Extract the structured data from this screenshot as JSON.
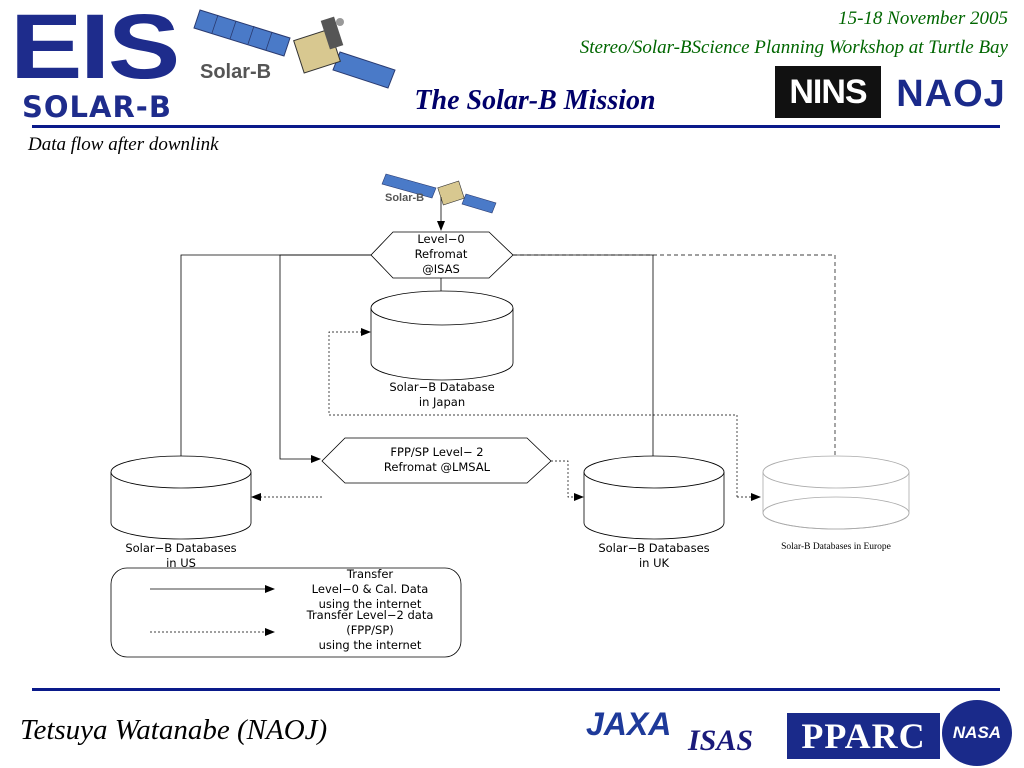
{
  "header": {
    "date": "15-18 November 2005",
    "workshop": "Stereo/Solar-BScience Planning Workshop at Turtle Bay",
    "title": "The Solar-B Mission",
    "subtitle": "Data flow after downlink",
    "logo_eis": "EIS",
    "logo_solarb": "SOLAR-B",
    "satellite_label": "Solar-B",
    "logo_nins": "NINS",
    "logo_naoj": "NAOJ"
  },
  "diagram": {
    "satellite_label": "Solar-B",
    "level0": [
      "Level−0",
      "Refromat",
      "@ISAS"
    ],
    "db_japan": [
      "Solar−B Database",
      "in Japan"
    ],
    "fpp": [
      "FPP/SP Level− 2",
      "Refromat @LMSAL"
    ],
    "db_us": [
      "Solar−B Databases",
      "in US"
    ],
    "db_uk": [
      "Solar−B Databases",
      "in UK"
    ],
    "db_europe": "Solar-B Databases in Europe",
    "legend": {
      "solid": [
        "Transfer",
        "Level−0 & Cal. Data",
        "using the internet"
      ],
      "dotted": [
        "Transfer Level−2 data",
        "(FPP/SP)",
        "using the internet"
      ]
    }
  },
  "footer": {
    "author": "Tetsuya Watanabe (NAOJ)",
    "logo_jaxa": "JAXA",
    "logo_isas": "ISAS",
    "logo_pparc": "PPARC",
    "logo_nasa": "NASA"
  },
  "colors": {
    "accent_navy": "#00006a",
    "rule_blue": "#0a1a8a",
    "header_green": "#006600",
    "solar_b_blue": "#1e2c8c"
  }
}
